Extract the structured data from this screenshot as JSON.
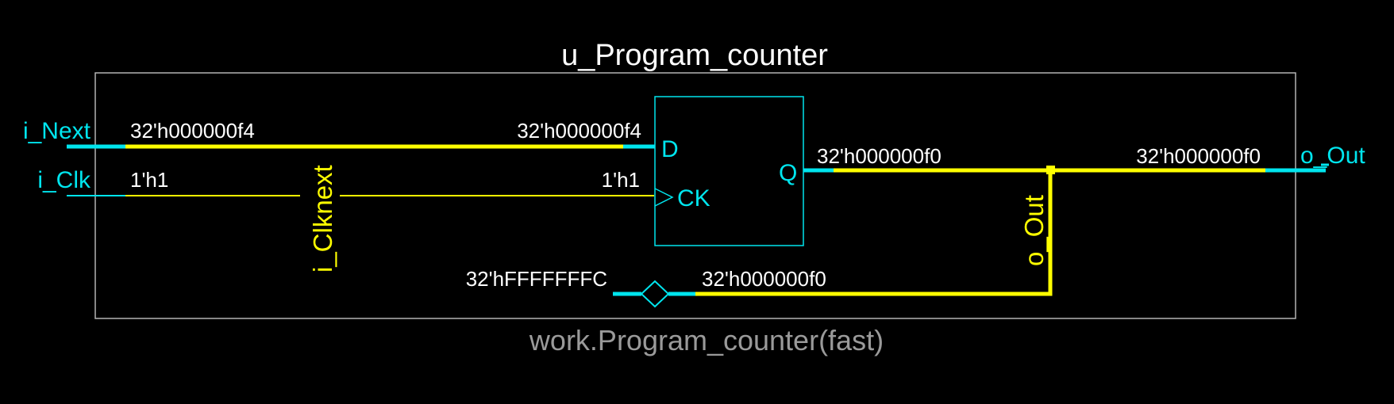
{
  "diagram": {
    "instance_name": "u_Program_counter",
    "module_name": "work.Program_counter(fast)",
    "ports": {
      "input_next": "i_Next",
      "input_clk": "i_Clk",
      "output_out": "o_Out"
    },
    "register": {
      "pin_d": "D",
      "pin_ck": "CK",
      "pin_q": "Q"
    },
    "net_names": {
      "clk_next": "i_Clknext",
      "out_net": "o_Out"
    },
    "values": {
      "next_left": "32'h000000f4",
      "next_right": "32'h000000f4",
      "clk_left": "1'h1",
      "clk_right": "1'h1",
      "q_out_left": "32'h000000f0",
      "q_out_right": "32'h000000f0",
      "const_in": "32'hFFFFFFFC",
      "const_out": "32'h000000f0"
    },
    "colors": {
      "background": "#000000",
      "port_wire": "#00e5ee",
      "bus_wire": "#ffff00",
      "boundary": "#b4b4b4",
      "value_text": "#ffffff",
      "subtitle_text": "#9a9a9a"
    }
  }
}
